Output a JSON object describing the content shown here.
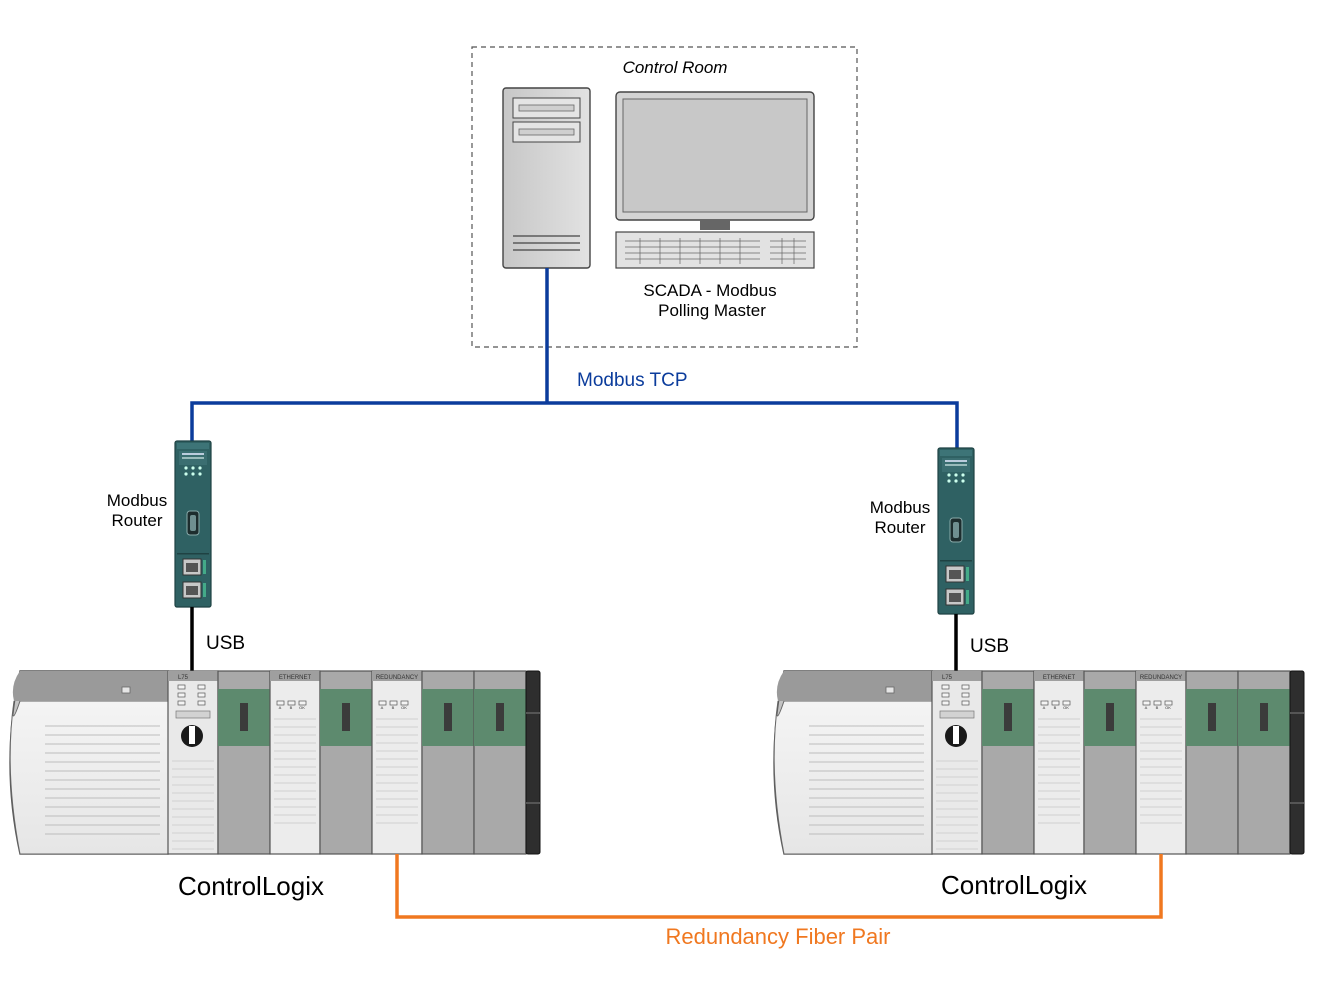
{
  "control_room": {
    "title": "Control Room",
    "scada_line1": "SCADA - Modbus",
    "scada_line2": "Polling Master"
  },
  "network": {
    "modbus_tcp": "Modbus TCP",
    "redundancy": "Redundancy Fiber Pair"
  },
  "left": {
    "router_line1": "Modbus",
    "router_line2": "Router",
    "usb": "USB",
    "plc": "ControlLogix"
  },
  "right": {
    "router_line1": "Modbus",
    "router_line2": "Router",
    "usb": "USB",
    "plc": "ControlLogix"
  },
  "modules": {
    "cpu": "L75",
    "ethernet": "ETHERNET",
    "redundancy": "REDUNDANCY",
    "led_a": "A",
    "led_b": "B",
    "led_ok": "OK"
  },
  "colors": {
    "modbus_tcp": "#0b3c9c",
    "redundancy": "#f07820",
    "router_body": "#2f6163",
    "io_green": "#5d8a6e"
  }
}
